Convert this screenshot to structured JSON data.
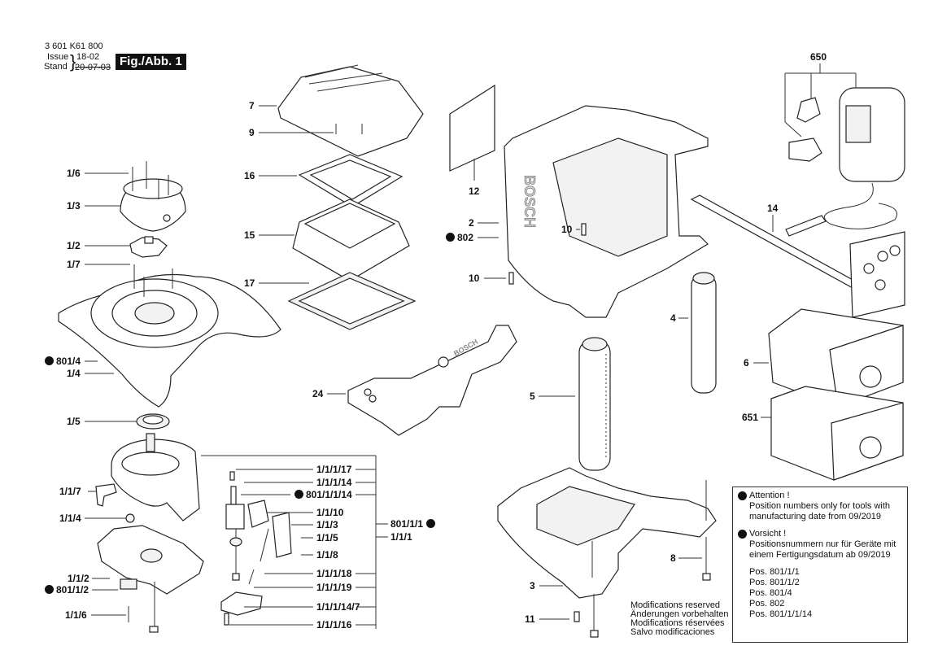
{
  "header": {
    "part_number": "3 601 K61 800",
    "issue_label": "Issue",
    "issue_value": "18-02",
    "stand_label": "Stand",
    "stand_value": "20-07-03",
    "figure_label": "Fig./Abb. 1"
  },
  "labels": {
    "p1_6": "1/6",
    "p1_3": "1/3",
    "p1_2": "1/2",
    "p1_7": "1/7",
    "p801_4": "801/4",
    "p1_4": "1/4",
    "p1_5": "1/5",
    "p1_1_7": "1/1/7",
    "p1_1_4": "1/1/4",
    "p1_1_2": "1/1/2",
    "p801_1_2": "801/1/2",
    "p1_1_6": "1/1/6",
    "p7": "7",
    "p9": "9",
    "p16": "16",
    "p15": "15",
    "p17": "17",
    "p24": "24",
    "p1_1_1_17": "1/1/1/17",
    "p1_1_1_14": "1/1/1/14",
    "p801_1_1_14": "801/1/1/14",
    "p1_1_10": "1/1/10",
    "p1_1_3": "1/1/3",
    "p1_1_5": "1/1/5",
    "p1_1_8": "1/1/8",
    "p1_1_1_18": "1/1/1/18",
    "p1_1_1_19": "1/1/1/19",
    "p1_1_1_14_7": "1/1/1/14/7",
    "p1_1_1_16": "1/1/1/16",
    "p801_1_1": "801/1/1",
    "p1_1_1": "1/1/1",
    "p12": "12",
    "p2": "2",
    "p802": "802",
    "p10a": "10",
    "p10b": "10",
    "p4": "4",
    "p5": "5",
    "p3": "3",
    "p8": "8",
    "p11": "11",
    "p650": "650",
    "p14": "14",
    "p6": "6",
    "p651": "651"
  },
  "note": {
    "attention_title": "Attention !",
    "attention_line1": "Position numbers only for tools with",
    "attention_line2": "manufacturing date from 09/2019",
    "vorsicht_title": "Vorsicht !",
    "vorsicht_line1": "Positionsnummern nur für Geräte mit",
    "vorsicht_line2": "einem Fertigungsdatum ab 09/2019",
    "positions": [
      "Pos. 801/1/1",
      "Pos. 801/1/2",
      "Pos. 801/4",
      "Pos. 802",
      "Pos. 801/1/1/14"
    ]
  },
  "modifications": [
    "Modifications reserved",
    "Änderungen vorbehalten",
    "Modifications réservées",
    "Salvo modificaciones"
  ],
  "brand_text": "BOSCH"
}
